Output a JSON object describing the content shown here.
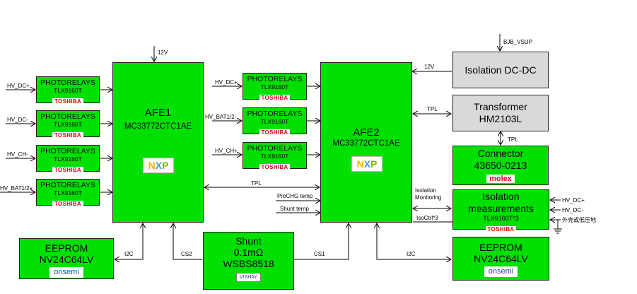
{
  "photorelay": {
    "label": "PHOTORELAYS",
    "part": "TLX9160T",
    "brand": "TOSHIBA"
  },
  "afe1": {
    "title": "AFE1",
    "part": "MC33772CTC1AE",
    "logo": "NXP"
  },
  "afe2": {
    "title": "AFE2",
    "part": "MC33772CTC1AE",
    "logo": "NXP"
  },
  "isolation_dcdc": {
    "title": "Isolation DC-DC"
  },
  "transformer": {
    "title": "Transformer",
    "part": "HM2103L"
  },
  "connector": {
    "title": "Connector",
    "part": "43650-0213",
    "brand": "molex"
  },
  "isolation_meas": {
    "title1": "Isolation",
    "title2": "measurements",
    "part": "TLX9160T*3",
    "brand": "TOSHIBA"
  },
  "eeprom1": {
    "title": "EEPROM",
    "part": "NV24C64LV",
    "brand": "onsemi"
  },
  "eeprom2": {
    "title": "EEPROM",
    "part": "NV24C64LV",
    "brand": "onsemi"
  },
  "shunt": {
    "title": "Shunt",
    "value": "0.1mΩ",
    "part": "WSBS8518",
    "brand": "VISHAY"
  },
  "labels": {
    "hv_dc_plus": "HV_DC+",
    "hv_dc_minus": "HV_DC-",
    "hv_ch_minus": "HV_CH-",
    "hv_bat12_plus": "HV_BAT1/2+",
    "hv_dc_plus_mid": "HV_DC+",
    "hv_bat12_minus": "HV_BAT1/2-",
    "hv_ch_plus": "HV_CH+",
    "v12_afe1": "12V",
    "v12_afe2": "12V",
    "bjb_vsup": "BJB_VSUP",
    "tpl_mid": "TPL",
    "tpl_right": "TPL",
    "tpl_vert": "TPL",
    "isolation_monitoring_1": "Isolation",
    "isolation_monitoring_2": "Monitoring",
    "isoctrl": "IsoCtrl*3",
    "prechg_temp": "PreCHG temp",
    "shunt_temp": "Shunt temp",
    "i2c_left": "I2C",
    "i2c_right": "I2C",
    "cs2": "CS2",
    "cs1": "CS1",
    "right_hv_dc_plus": "HV_DC+",
    "right_hv_dc_minus": "HV_DC-",
    "right_ground": "外壳或低压地"
  }
}
